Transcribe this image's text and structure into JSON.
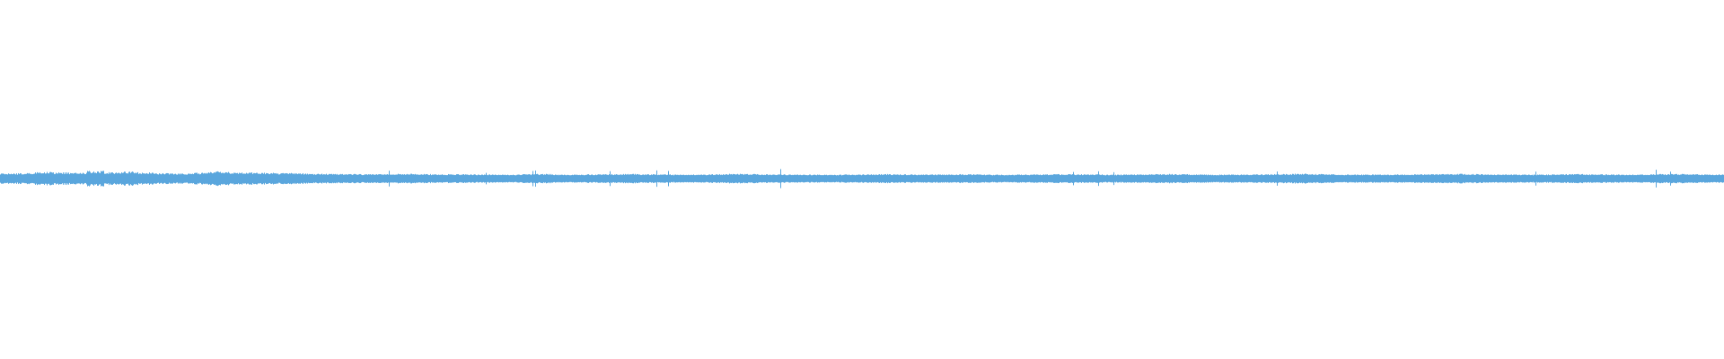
{
  "waveform": {
    "color": "#5aa6dd",
    "background": "#ffffff",
    "amplitude_profile": [
      0.34,
      0.38,
      0.52,
      0.46,
      0.4,
      0.62,
      0.48,
      0.55,
      0.44,
      0.36,
      0.33,
      0.4,
      0.58,
      0.5,
      0.46,
      0.42,
      0.38,
      0.35,
      0.3,
      0.28,
      0.26,
      0.24,
      0.27,
      0.3,
      0.26,
      0.23,
      0.25,
      0.22,
      0.21,
      0.2,
      0.24,
      0.27,
      0.22,
      0.2,
      0.23,
      0.25,
      0.28,
      0.24,
      0.22,
      0.2,
      0.22,
      0.25,
      0.3,
      0.27,
      0.24,
      0.22,
      0.21,
      0.2,
      0.19,
      0.22,
      0.24,
      0.26,
      0.23,
      0.21,
      0.22,
      0.25,
      0.23,
      0.2,
      0.19,
      0.21,
      0.23,
      0.26,
      0.24,
      0.22,
      0.2,
      0.21,
      0.24,
      0.28,
      0.26,
      0.22,
      0.2,
      0.21,
      0.23,
      0.25,
      0.27,
      0.3,
      0.26,
      0.23,
      0.22,
      0.21,
      0.2,
      0.22,
      0.24,
      0.26,
      0.29,
      0.27,
      0.24,
      0.22,
      0.2,
      0.22,
      0.25,
      0.27,
      0.24,
      0.22,
      0.21,
      0.23,
      0.26,
      0.28,
      0.25,
      0.22
    ]
  }
}
